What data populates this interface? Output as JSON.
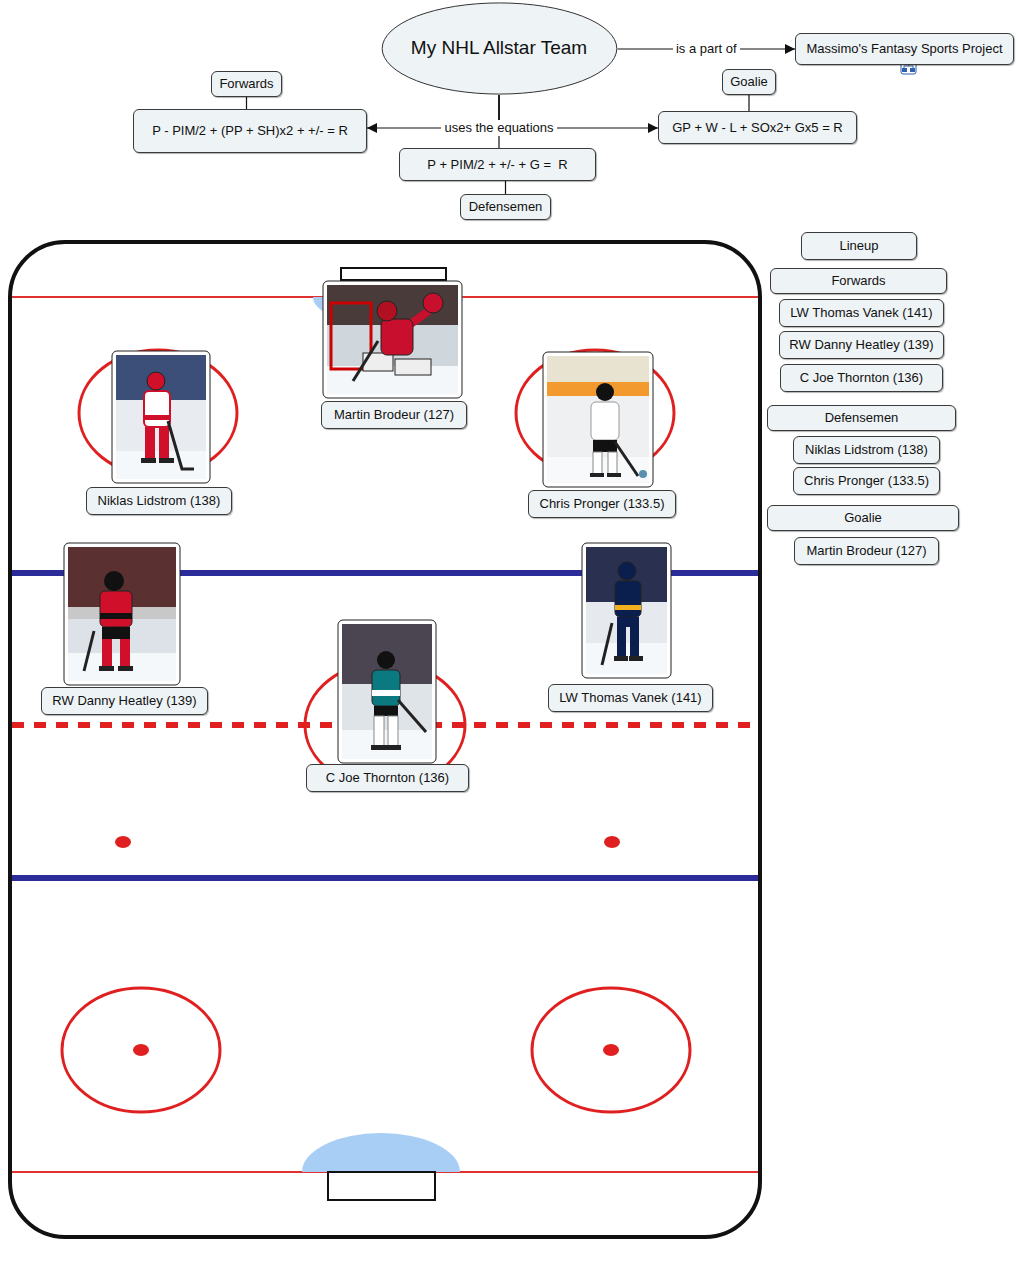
{
  "diagram": {
    "nodes": [
      {
        "text": [
          "My NHL Allstar Team"
        ]
      },
      {
        "text": [
          "Massimo's Fantasy Sports Project"
        ]
      },
      {
        "text": [
          "Forwards"
        ]
      },
      {
        "text": [
          "Goalie"
        ]
      },
      {
        "text": [
          "P - PIM/2 + (PP + SH)x2 + +/- = R"
        ]
      },
      {
        "text": [
          "GP + W - L + SOx2+ Gx5 = R"
        ]
      },
      {
        "text": [
          "P + PIM/2 + +/- + G =  R"
        ]
      },
      {
        "text": [
          "Defensemen"
        ]
      },
      {
        "text": [
          "Martin Brodeur (127)"
        ]
      },
      {
        "text": [
          "Niklas Lidstrom (138)"
        ]
      },
      {
        "text": [
          "Chris Pronger (133.5)"
        ]
      },
      {
        "text": [
          "RW Danny Heatley (139)"
        ]
      },
      {
        "text": [
          "LW Thomas Vanek (141)"
        ]
      },
      {
        "text": [
          "C Joe Thornton (136)"
        ]
      },
      {
        "text": [
          "Lineup"
        ]
      },
      {
        "text": [
          "Forwards"
        ]
      },
      {
        "text": [
          "LW Thomas Vanek (141)"
        ]
      },
      {
        "text": [
          "RW Danny Heatley (139)"
        ]
      },
      {
        "text": [
          "C Joe Thornton (136)"
        ]
      },
      {
        "text": [
          "Defensemen"
        ]
      },
      {
        "text": [
          "Niklas Lidstrom (138)"
        ]
      },
      {
        "text": [
          "Chris Pronger (133.5)"
        ]
      },
      {
        "text": [
          "Goalie"
        ]
      },
      {
        "text": [
          "Martin Brodeur (127)"
        ]
      }
    ],
    "edges": [
      {
        "from": 0,
        "to": 1,
        "label": "is a part of",
        "arrow": "to"
      },
      {
        "from": 0,
        "to": 4,
        "label": "uses the equations",
        "arrow": "to"
      },
      {
        "from": 0,
        "to": 5,
        "arrow": "to"
      },
      {
        "from": 0,
        "to": 6,
        "arrow": "none"
      },
      {
        "from": 2,
        "to": 4,
        "arrow": "none"
      },
      {
        "from": 3,
        "to": 5,
        "arrow": "none"
      },
      {
        "from": 7,
        "to": 6,
        "arrow": "none"
      }
    ]
  }
}
